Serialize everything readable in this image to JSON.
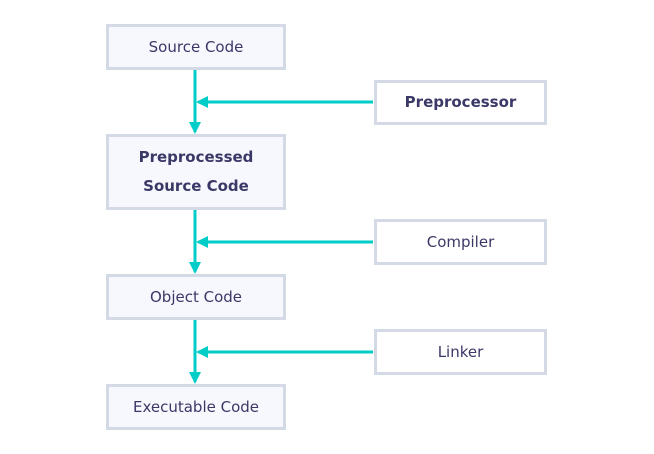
{
  "colors": {
    "arrow": "#00cdc8",
    "border": "#d3dae6",
    "text": "#3a3866",
    "stage_fill": "#f7f8fe"
  },
  "stages": [
    {
      "label": "Source Code"
    },
    {
      "label_lines": [
        "Preprocessed",
        "Source Code"
      ]
    },
    {
      "label": "Object Code"
    },
    {
      "label": "Executable Code"
    }
  ],
  "tools": [
    {
      "label": "Preprocessor"
    },
    {
      "label": "Compiler"
    },
    {
      "label": "Linker"
    }
  ]
}
